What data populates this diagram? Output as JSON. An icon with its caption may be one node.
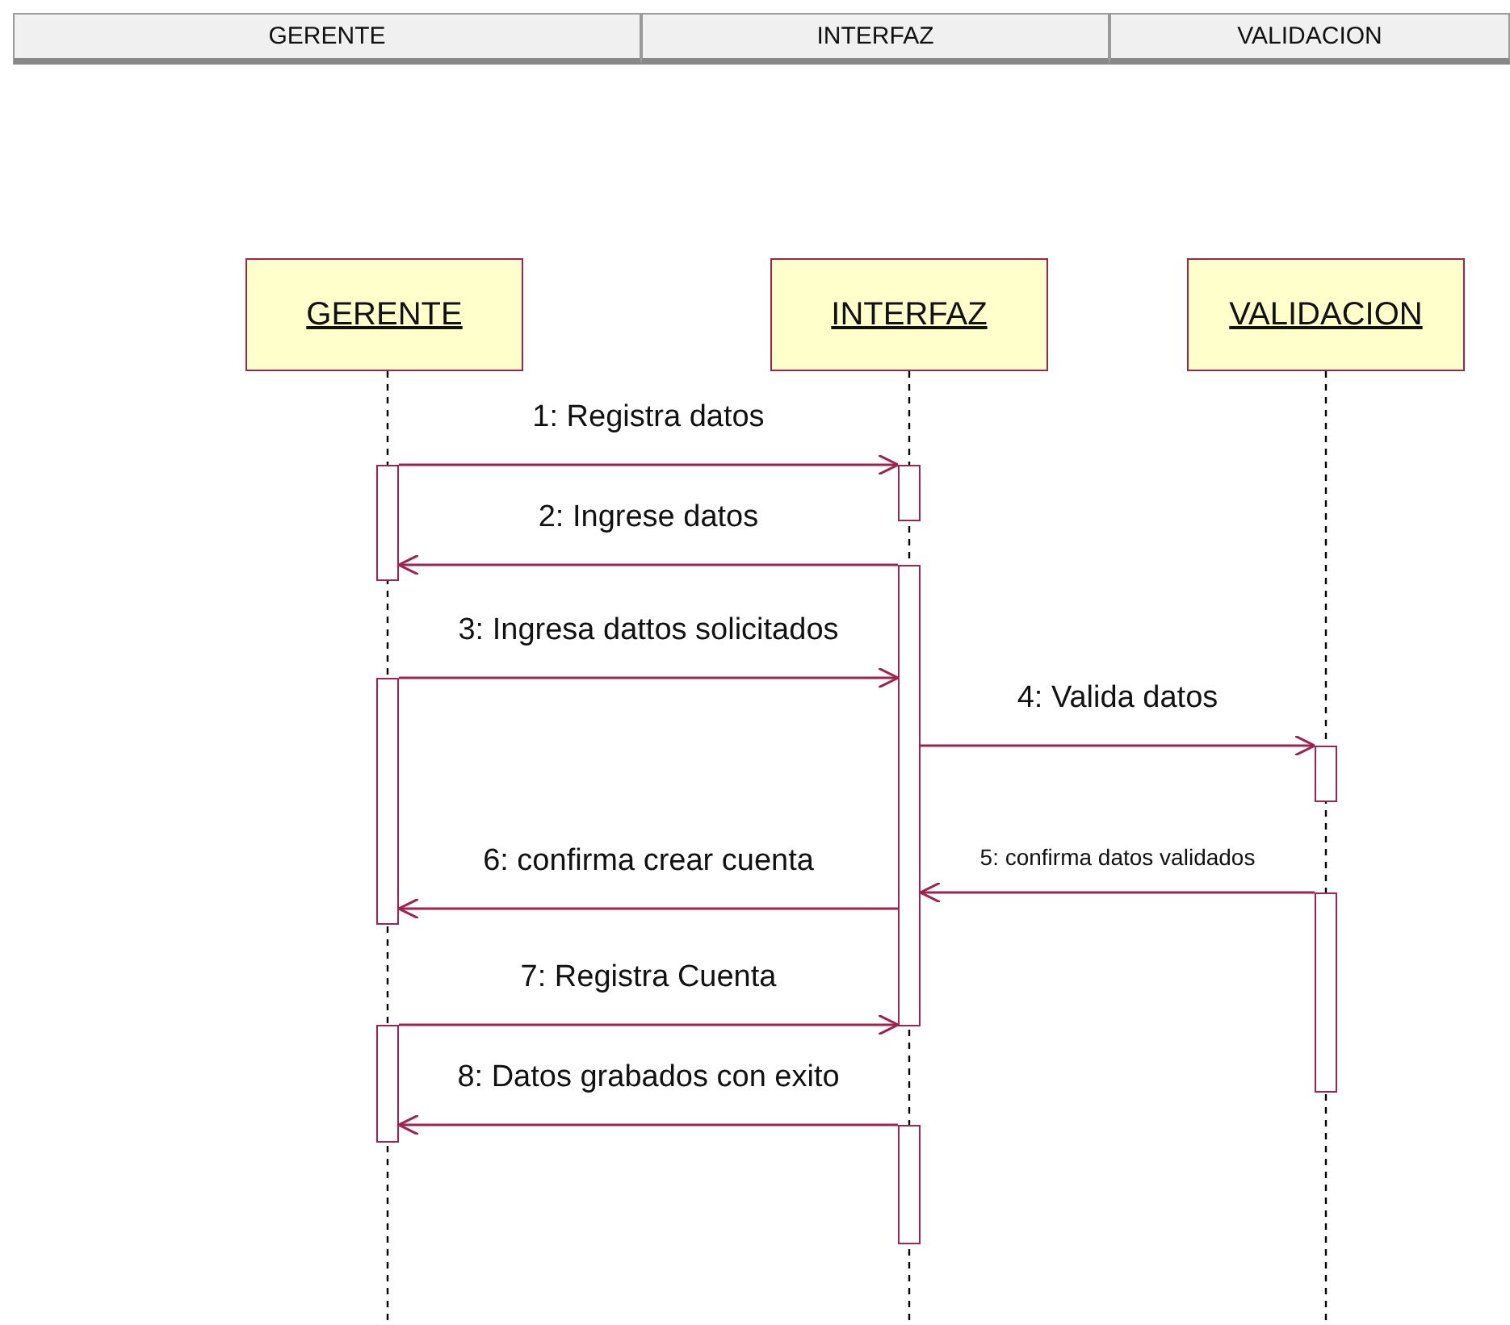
{
  "diagram": {
    "nodes": [
      {
        "text": [
          "GERENTE"
        ]
      },
      {
        "text": [
          "INTERFAZ"
        ]
      },
      {
        "text": [
          "VALIDACION"
        ]
      },
      {
        "text": [],
        "shape": "bar"
      },
      {
        "text": [],
        "shape": "bar"
      },
      {
        "text": [],
        "shape": "bar"
      },
      {
        "text": [],
        "shape": "bar"
      },
      {
        "text": [],
        "shape": "bar"
      },
      {
        "text": [],
        "shape": "bar"
      },
      {
        "text": [],
        "shape": "bar"
      },
      {
        "text": [],
        "shape": "bar"
      }
    ],
    "edges": [
      {
        "from": 3,
        "to": 4,
        "arrow": "to",
        "label": "1: Registra datos"
      },
      {
        "from": 5,
        "to": 3,
        "arrow": "to",
        "label": "2: Ingrese datos"
      },
      {
        "from": 6,
        "to": 5,
        "arrow": "to",
        "label": "3: Ingresa dattos solicitados"
      },
      {
        "from": 5,
        "to": 7,
        "arrow": "to",
        "label": "4: Valida datos"
      },
      {
        "from": 8,
        "to": 5,
        "arrow": "to",
        "label": "5: confirma datos validados"
      },
      {
        "from": 5,
        "to": 6,
        "arrow": "to",
        "label": "6: confirma crear cuenta"
      },
      {
        "from": 9,
        "to": 5,
        "arrow": "to",
        "label": "7: Registra Cuenta"
      },
      {
        "from": 10,
        "to": 9,
        "arrow": "to",
        "label": "8: Datos grabados con exito"
      }
    ],
    "labels": [
      "GERENTE",
      "INTERFAZ",
      "VALIDACION"
    ]
  }
}
